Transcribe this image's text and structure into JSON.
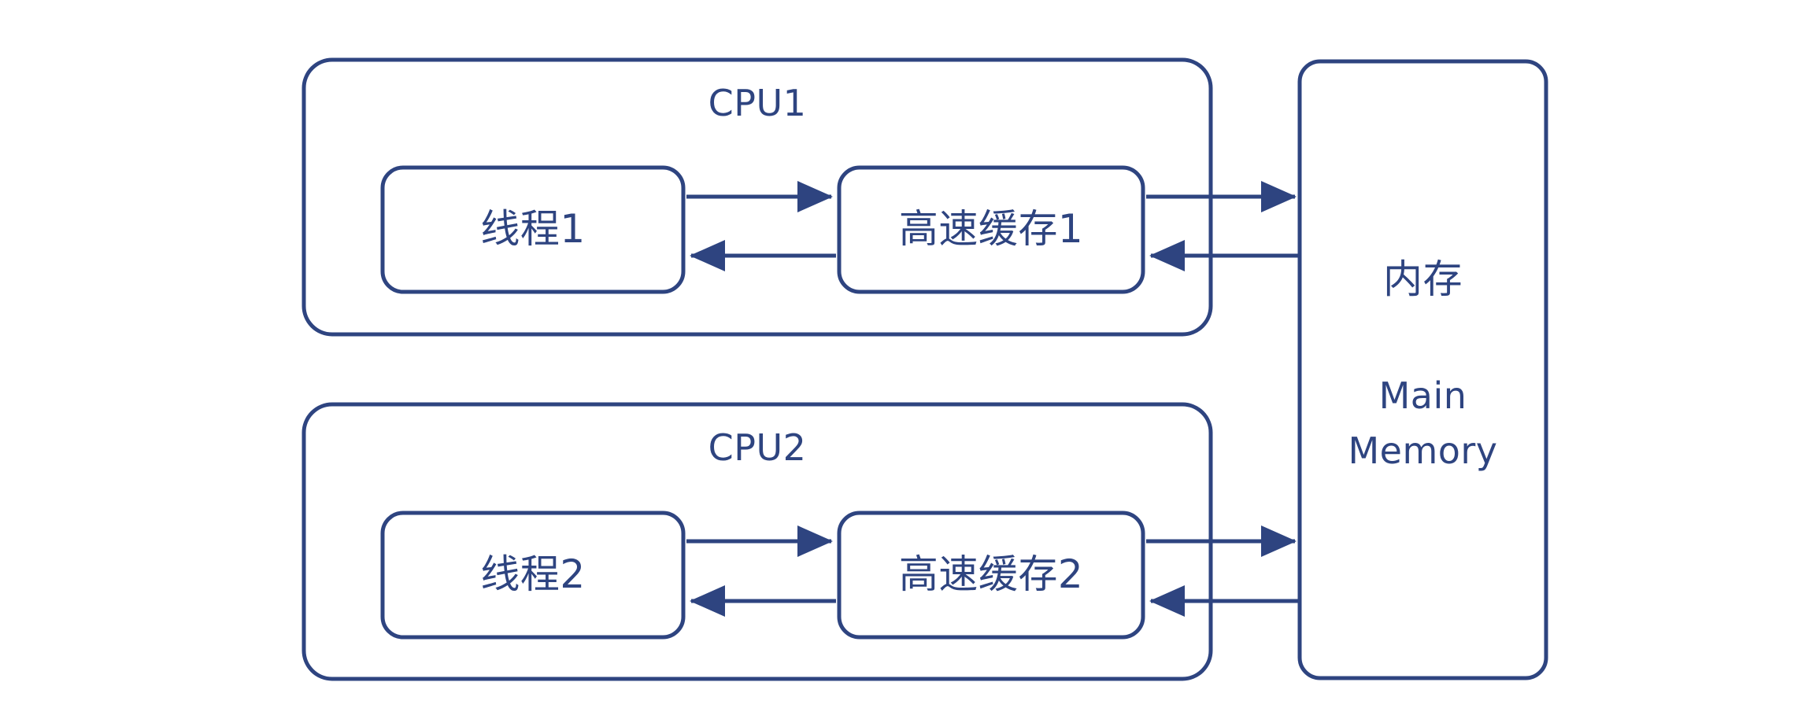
{
  "diagram": {
    "title": "CPU cache and main memory architecture diagram",
    "style": "hand-drawn sketch",
    "stroke_color": "#2e4480",
    "background_color": "#ffffff",
    "cpu_groups": [
      {
        "id": "cpu1",
        "label": "CPU1",
        "thread": {
          "id": "thread1",
          "label": "线程1"
        },
        "cache": {
          "id": "cache1",
          "label": "高速缓存1"
        }
      },
      {
        "id": "cpu2",
        "label": "CPU2",
        "thread": {
          "id": "thread2",
          "label": "线程2"
        },
        "cache": {
          "id": "cache2",
          "label": "高速缓存2"
        }
      }
    ],
    "memory": {
      "id": "main-memory",
      "label_cn": "内存",
      "label_en_line1": "Main",
      "label_en_line2": "Memory"
    },
    "connections": [
      {
        "from": "thread1",
        "to": "cache1",
        "direction": "right"
      },
      {
        "from": "cache1",
        "to": "thread1",
        "direction": "left"
      },
      {
        "from": "cache1",
        "to": "main-memory",
        "direction": "right"
      },
      {
        "from": "main-memory",
        "to": "cache1",
        "direction": "left"
      },
      {
        "from": "thread2",
        "to": "cache2",
        "direction": "right"
      },
      {
        "from": "cache2",
        "to": "thread2",
        "direction": "left"
      },
      {
        "from": "cache2",
        "to": "main-memory",
        "direction": "right"
      },
      {
        "from": "main-memory",
        "to": "cache2",
        "direction": "left"
      }
    ]
  }
}
